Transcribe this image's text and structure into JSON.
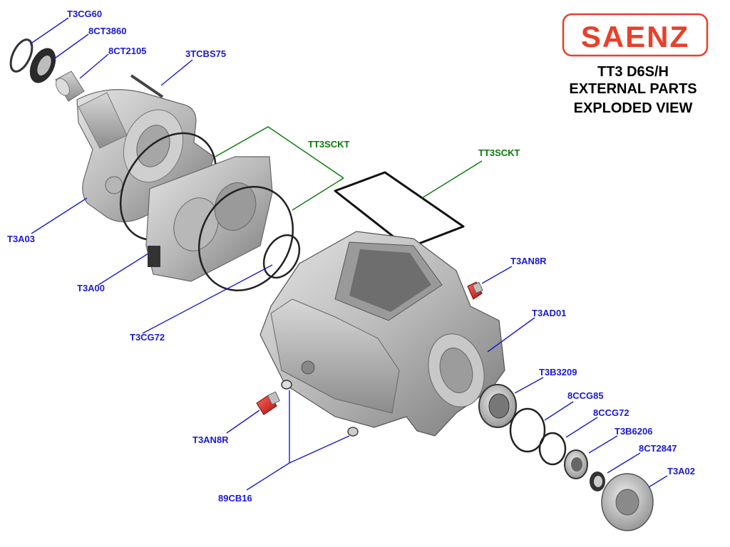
{
  "logo": {
    "text": "SAENZ",
    "color": "#e8402a"
  },
  "title": {
    "line1": "TT3 D6S/H",
    "line2": "EXTERNAL PARTS",
    "line3": "EXPLODED VIEW"
  },
  "colors": {
    "label_blue": "#1a1ad0",
    "label_green": "#0a7a0a",
    "part_red": "#d92020"
  },
  "labels": {
    "T3CG60": "T3CG60",
    "8CT3860": "8CT3860",
    "8CT2105": "8CT2105",
    "3TCBS75": "3TCBS75",
    "TT3SCKT_a": "TT3SCKT",
    "TT3SCKT_b": "TT3SCKT",
    "T3A03": "T3A03",
    "T3A00": "T3A00",
    "T3CG72": "T3CG72",
    "T3AN8R_a": "T3AN8R",
    "T3AD01": "T3AD01",
    "T3B3209": "T3B3209",
    "8CCG85": "8CCG85",
    "8CCG72": "8CCG72",
    "T3B6206": "T3B6206",
    "8CT2847": "8CT2847",
    "T3A02": "T3A02",
    "T3AN8R_b": "T3AN8R",
    "89CB16": "89CB16"
  }
}
